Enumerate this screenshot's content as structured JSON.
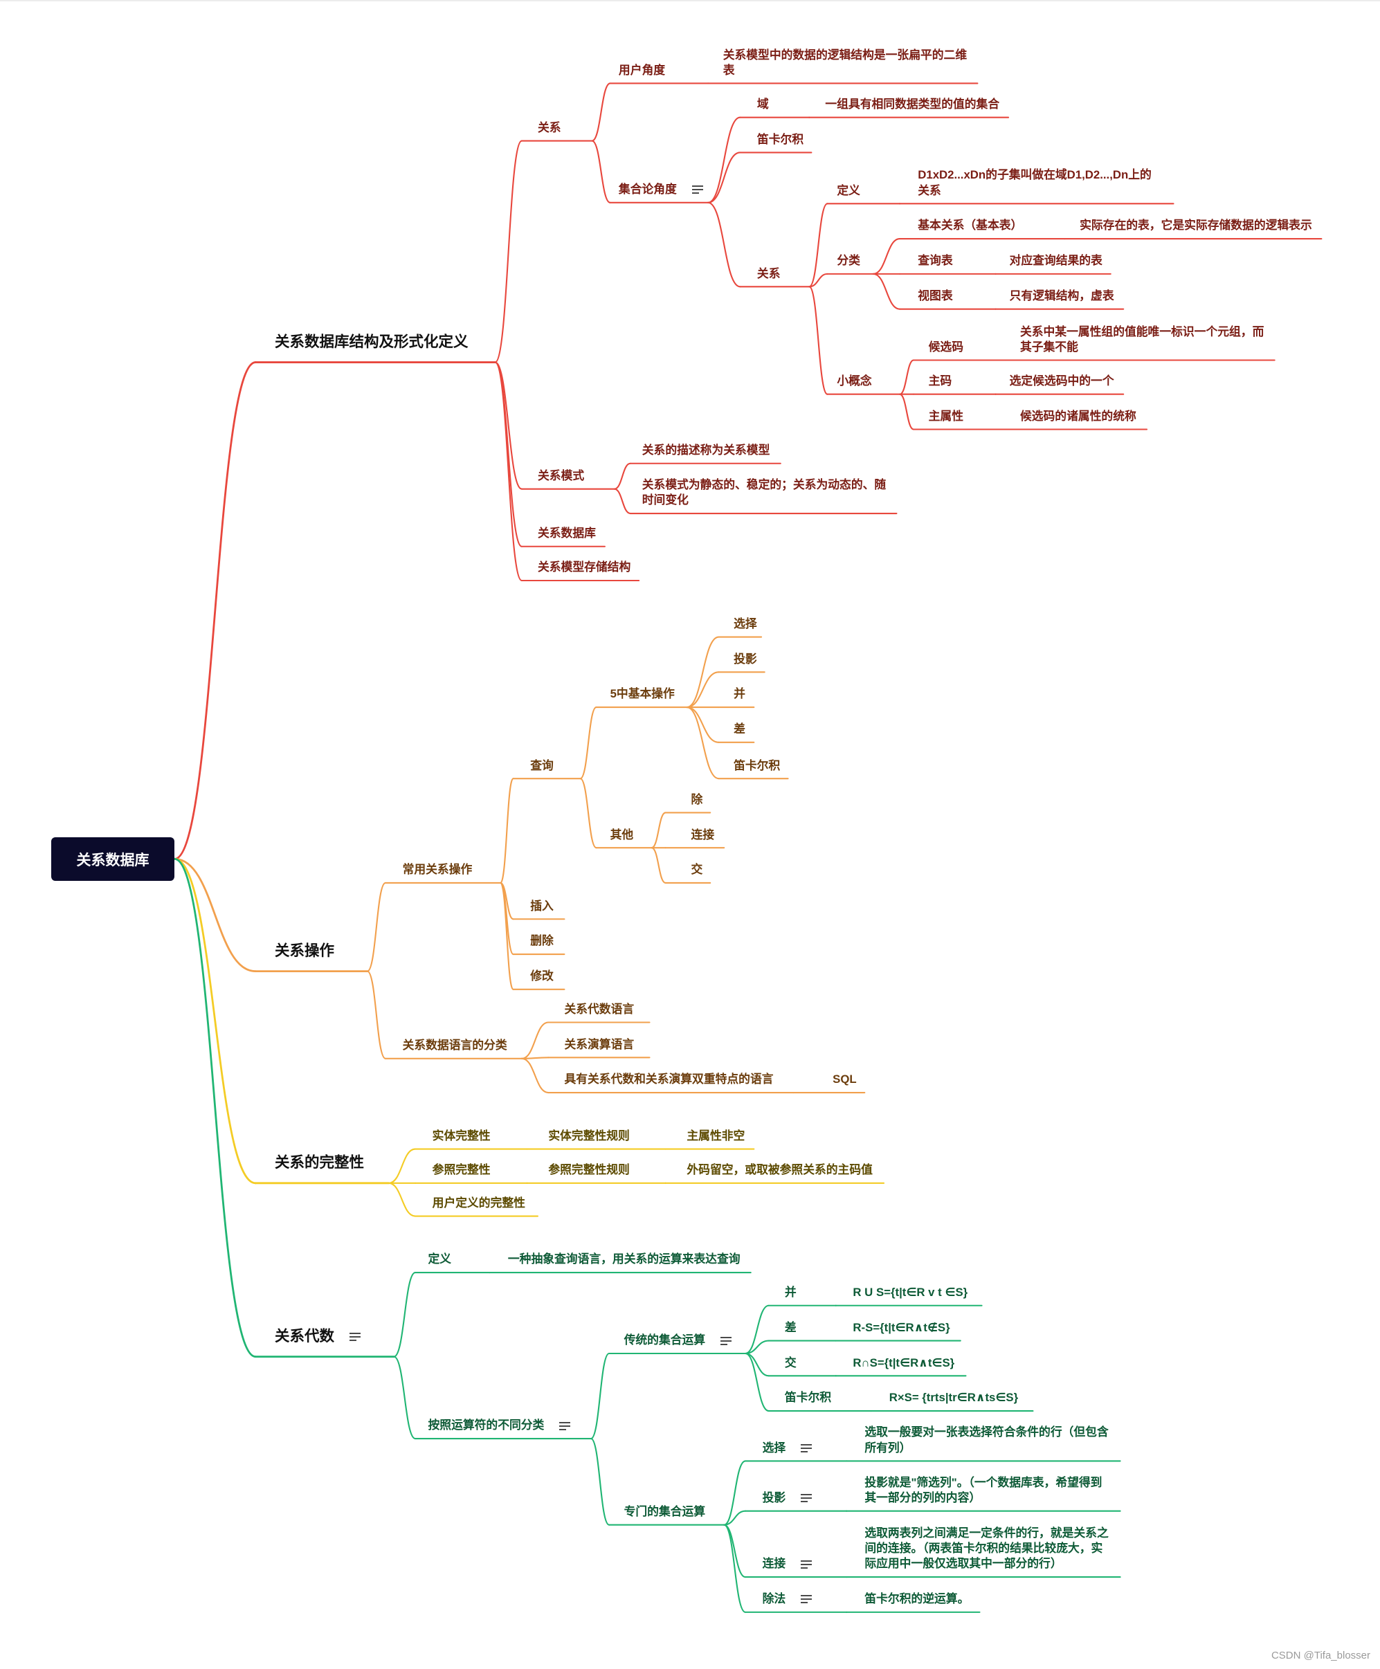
{
  "root": {
    "label": "关系数据库"
  },
  "branches": [
    {
      "label": "关系数据库结构及形式化定义",
      "color": "#e8473d",
      "text_color": "#7a1d14",
      "children": [
        {
          "label": "关系",
          "children": [
            {
              "label": "用户角度",
              "children": [
                {
                  "lines": [
                    "关系模型中的数据的逻辑结构是一张扁平的二维",
                    "表"
                  ]
                }
              ]
            },
            {
              "label": "集合论角度",
              "icon": "note-icon",
              "children": [
                {
                  "label": "域",
                  "children": [
                    {
                      "label": "一组具有相同数据类型的值的集合"
                    }
                  ]
                },
                {
                  "label": "笛卡尔积"
                },
                {
                  "label": "关系",
                  "children": [
                    {
                      "label": "定义",
                      "children": [
                        {
                          "lines": [
                            "D1xD2...xDn的子集叫做在域D1,D2...,Dn上的",
                            "关系"
                          ]
                        }
                      ]
                    },
                    {
                      "label": "分类",
                      "children": [
                        {
                          "label": "基本关系（基本表）",
                          "children": [
                            {
                              "label": "实际存在的表，它是实际存储数据的逻辑表示"
                            }
                          ]
                        },
                        {
                          "label": "查询表",
                          "children": [
                            {
                              "label": "对应查询结果的表"
                            }
                          ]
                        },
                        {
                          "label": "视图表",
                          "children": [
                            {
                              "label": "只有逻辑结构，虚表"
                            }
                          ]
                        }
                      ]
                    },
                    {
                      "label": "小概念",
                      "children": [
                        {
                          "label": "候选码",
                          "children": [
                            {
                              "lines": [
                                "关系中某一属性组的值能唯一标识一个元组，而",
                                "其子集不能"
                              ]
                            }
                          ]
                        },
                        {
                          "label": "主码",
                          "children": [
                            {
                              "label": "选定候选码中的一个"
                            }
                          ]
                        },
                        {
                          "label": "主属性",
                          "children": [
                            {
                              "label": "候选码的诸属性的统称"
                            }
                          ]
                        }
                      ]
                    }
                  ]
                }
              ]
            }
          ]
        },
        {
          "label": "关系模式",
          "children": [
            {
              "label": "关系的描述称为关系模型"
            },
            {
              "lines": [
                "关系模式为静态的、稳定的；关系为动态的、随",
                "时间变化"
              ]
            }
          ]
        },
        {
          "label": "关系数据库"
        },
        {
          "label": "关系模型存储结构"
        }
      ]
    },
    {
      "label": "关系操作",
      "color": "#f2a04d",
      "text_color": "#6b3c0c",
      "children": [
        {
          "label": "常用关系操作",
          "children": [
            {
              "label": "查询",
              "children": [
                {
                  "label": "5中基本操作",
                  "children": [
                    {
                      "label": "选择"
                    },
                    {
                      "label": "投影"
                    },
                    {
                      "label": "并"
                    },
                    {
                      "label": "差"
                    },
                    {
                      "label": "笛卡尔积"
                    }
                  ]
                },
                {
                  "label": "其他",
                  "children": [
                    {
                      "label": "除"
                    },
                    {
                      "label": "连接"
                    },
                    {
                      "label": "交"
                    }
                  ]
                }
              ]
            },
            {
              "label": "插入"
            },
            {
              "label": "删除"
            },
            {
              "label": "修改"
            }
          ]
        },
        {
          "label": "关系数据语言的分类",
          "children": [
            {
              "label": "关系代数语言"
            },
            {
              "label": "关系演算语言"
            },
            {
              "label": "具有关系代数和关系演算双重特点的语言",
              "children": [
                {
                  "label": "SQL"
                }
              ]
            }
          ]
        }
      ]
    },
    {
      "label": "关系的完整性",
      "color": "#f4cc25",
      "text_color": "#5c4a00",
      "children": [
        {
          "label": "实体完整性",
          "children": [
            {
              "label": "实体完整性规则",
              "children": [
                {
                  "label": "主属性非空"
                }
              ]
            }
          ]
        },
        {
          "label": "参照完整性",
          "children": [
            {
              "label": "参照完整性规则",
              "children": [
                {
                  "label": "外码留空，或取被参照关系的主码值"
                }
              ]
            }
          ]
        },
        {
          "label": "用户定义的完整性"
        }
      ]
    },
    {
      "label": "关系代数",
      "icon": "note-icon",
      "color": "#20b573",
      "text_color": "#0d5a36",
      "children": [
        {
          "label": "定义",
          "children": [
            {
              "label": "一种抽象查询语言，用关系的运算来表达查询"
            }
          ]
        },
        {
          "label": "按照运算符的不同分类",
          "icon": "note-icon",
          "children": [
            {
              "label": "传统的集合运算",
              "icon": "note-icon",
              "children": [
                {
                  "label": "并",
                  "children": [
                    {
                      "label": "R U S={t|t∈R v t ∈S}"
                    }
                  ]
                },
                {
                  "label": "差",
                  "children": [
                    {
                      "label": "R-S={t|t∈R∧t∉S}"
                    }
                  ]
                },
                {
                  "label": "交",
                  "children": [
                    {
                      "label": "R∩S={t|t∈R∧t∈S}"
                    }
                  ]
                },
                {
                  "label": "笛卡尔积",
                  "children": [
                    {
                      "label": "R×S= {trts|tr∈R∧ts∈S}"
                    }
                  ]
                }
              ]
            },
            {
              "label": "专门的集合运算",
              "children": [
                {
                  "label": "选择",
                  "icon": "note-icon",
                  "children": [
                    {
                      "lines": [
                        "选取一般要对一张表选择符合条件的行（但包含",
                        "所有列）"
                      ]
                    }
                  ]
                },
                {
                  "label": "投影",
                  "icon": "note-icon",
                  "children": [
                    {
                      "lines": [
                        "投影就是\"筛选列\"。（一个数据库表，希望得到",
                        "其一部分的列的内容）"
                      ]
                    }
                  ]
                },
                {
                  "label": "连接",
                  "icon": "note-icon",
                  "children": [
                    {
                      "lines": [
                        "选取两表列之间满足一定条件的行，就是关系之",
                        "间的连接。（两表笛卡尔积的结果比较庞大，实",
                        "际应用中一般仅选取其中一部分的行）"
                      ]
                    }
                  ]
                },
                {
                  "label": "除法",
                  "icon": "note-icon",
                  "children": [
                    {
                      "label": "笛卡尔积的逆运算。"
                    }
                  ]
                }
              ]
            }
          ]
        }
      ]
    }
  ],
  "watermark": "CSDN @Tifa_blosser"
}
